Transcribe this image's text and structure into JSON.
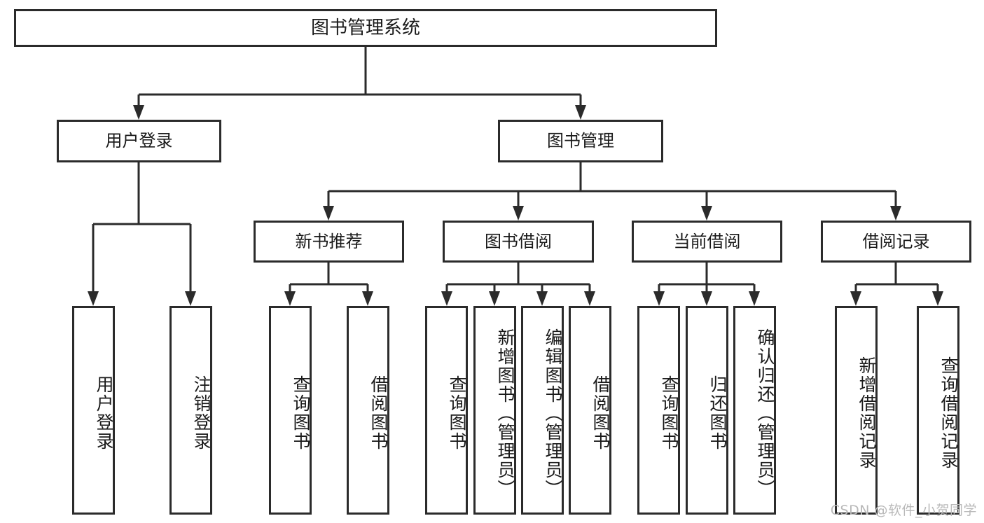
{
  "diagram": {
    "type": "tree",
    "title": "图书管理系统",
    "root": {
      "label": "图书管理系统"
    },
    "level1": [
      {
        "label": "用户登录"
      },
      {
        "label": "图书管理"
      }
    ],
    "level2": [
      {
        "label": "新书推荐"
      },
      {
        "label": "图书借阅"
      },
      {
        "label": "当前借阅"
      },
      {
        "label": "借阅记录"
      }
    ],
    "leaves": {
      "user_login": [
        {
          "label": "用户登录"
        },
        {
          "label": "注销登录"
        }
      ],
      "new_book_recommend": [
        {
          "label": "查询图书"
        },
        {
          "label": "借阅图书"
        }
      ],
      "book_borrow": [
        {
          "label": "查询图书"
        },
        {
          "label": "新增图书（管理员）"
        },
        {
          "label": "编辑图书（管理员）"
        },
        {
          "label": "借阅图书"
        }
      ],
      "current_borrow": [
        {
          "label": "查询图书"
        },
        {
          "label": "归还图书"
        },
        {
          "label": "确认归还（管理员）"
        }
      ],
      "borrow_record": [
        {
          "label": "新增借阅记录"
        },
        {
          "label": "查询借阅记录"
        }
      ]
    },
    "colors": {
      "stroke": "#2b2b2b",
      "fill": "#ffffff",
      "text": "#1a1a1a",
      "watermark": "#b9b9b9"
    }
  },
  "watermark": {
    "text": "CSDN @软件_小贺同学"
  }
}
